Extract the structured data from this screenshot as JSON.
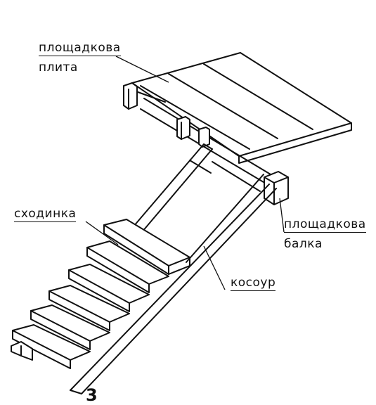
{
  "labels": {
    "landing_plate_line1": "площадкова",
    "landing_plate_line2": "плита",
    "step": "сходинка",
    "landing_beam_line1": "площадкова",
    "landing_beam_line2": "балка",
    "stringer": "косоур",
    "figure_mark": "3"
  }
}
